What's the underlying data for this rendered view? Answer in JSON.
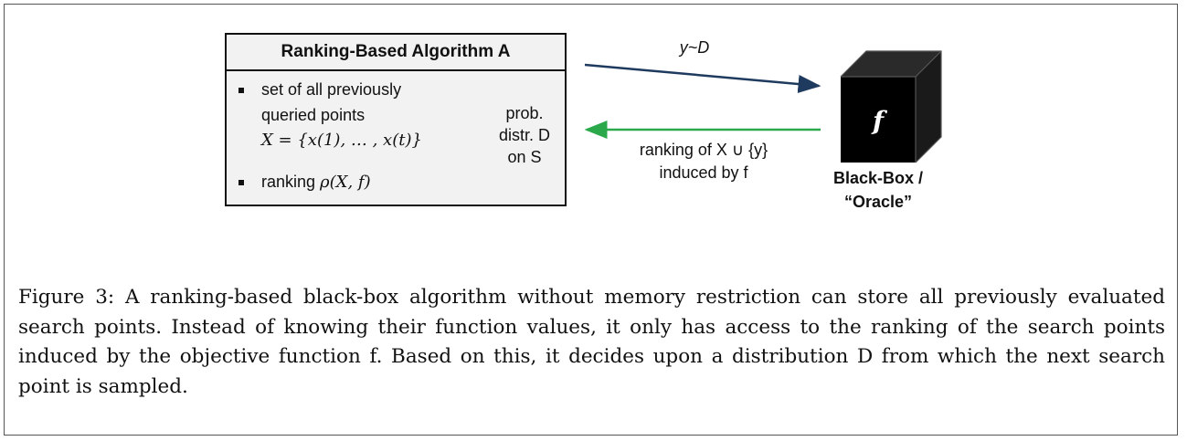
{
  "algorithm": {
    "title": "Ranking-Based Algorithm A",
    "bullet1_line1": "set of all previously",
    "bullet1_line2": "queried points",
    "bullet1_math": "X = {x(1), … , x(t)}",
    "bullet2_text": "ranking ",
    "bullet2_math": "ρ(X, f)",
    "side_line1": "prob.",
    "side_line2": "distr. D",
    "side_line3": "on S"
  },
  "arrows": {
    "query_label": "y~D",
    "response_line1": "ranking of X ∪ {y}",
    "response_line2": "induced by f",
    "query_color": "#1f3a5f",
    "response_color": "#2aa84a"
  },
  "oracle": {
    "glyph": "f",
    "label_line1": "Black-Box /",
    "label_line2": "“Oracle”"
  },
  "caption": "Figure 3: A ranking-based black-box algorithm without memory restriction can store all previously evaluated search points. Instead of knowing their function values, it only has access to the ranking of the search points induced by the objective function f. Based on this, it decides upon a distribution D from which the next search point is sampled."
}
